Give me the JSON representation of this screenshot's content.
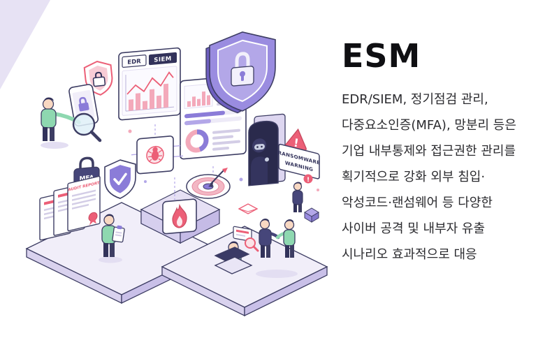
{
  "page": {
    "background": "#ffffff",
    "corner_accent": "#e7e2f4"
  },
  "colors": {
    "outline": "#3d3d63",
    "navy": "#32325a",
    "purple": "#8b7cd8",
    "purple_light": "#b3a7e8",
    "lavender": "#f1eef9",
    "pink": "#ec5f77",
    "pink_light": "#f8ccd6",
    "green": "#8ed8b0"
  },
  "content": {
    "title": "ESM",
    "body_lines": [
      "EDR/SIEM, 정기점검 관리,",
      "다중요소인증(MFA), 망분리 등은",
      "기업 내부통제와 접근권한 관리를",
      "획기적으로 강화 외부 침입·",
      "악성코드·랜섬웨어 등 다양한",
      "사이버 공격 및 내부자 유출",
      "시나리오 효과적으로 대응"
    ]
  },
  "illustration": {
    "screen_tab_edr": "EDR",
    "screen_tab_siem": "SIEM",
    "mfa_label": "MFA",
    "ransomware_line1": "RANSOMWARE",
    "ransomware_line2": "WARNING",
    "audit_label": "AUDIT REPORT",
    "exclamation": "!"
  }
}
